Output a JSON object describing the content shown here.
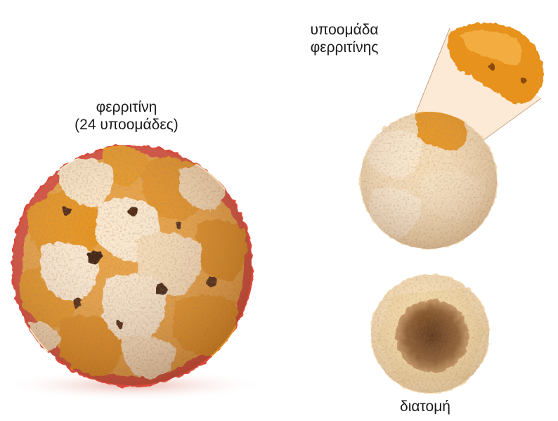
{
  "labels": {
    "ferritin_line1": "φερριτίνη",
    "ferritin_line2": "(24 υποομάδες)",
    "subunit_line1": "υποομάδα",
    "subunit_line2": "φερριτίνης",
    "cross_section": "διατομή"
  },
  "colors": {
    "orange": "#e6921e",
    "orange_dark": "#b8650a",
    "cream": "#f6dfbf",
    "cream_light": "#fdf1df",
    "red": "#d84a3a",
    "brown": "#6b3d1c",
    "funnel": "#fbe6d0"
  }
}
